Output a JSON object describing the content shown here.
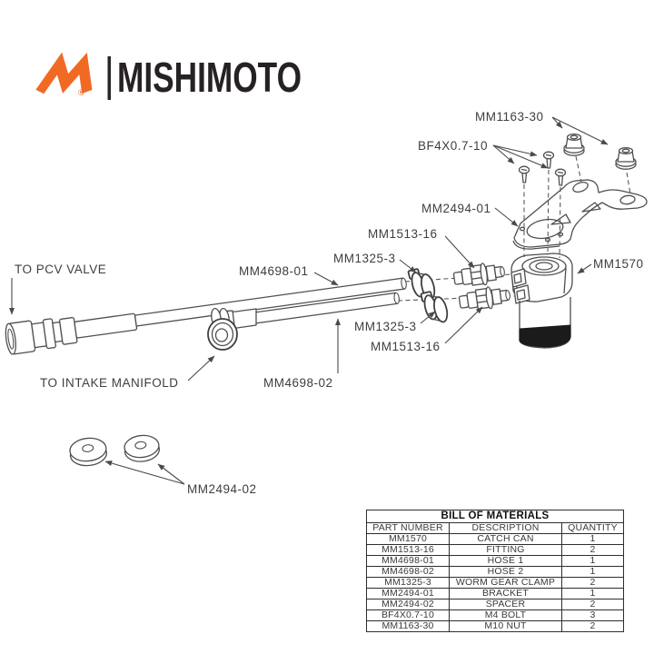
{
  "logo": {
    "mark_letter": "M",
    "registered": "®",
    "brand": "MISHIMOTO",
    "orange": "#F16A24",
    "dark": "#262223"
  },
  "diagram": {
    "line_color": "#4f4f4f",
    "label_color": "#3e3e3e",
    "labels": {
      "nuts": "MM1163-30",
      "bolts": "BF4X0.7-10",
      "bracket": "MM2494-01",
      "fitting_upper": "MM1513-16",
      "clamp_upper": "MM1325-3",
      "hose1": "MM4698-01",
      "to_pcv_valve": "TO PCV VALVE",
      "catch_can": "MM1570",
      "clamp_lower": "MM1325-3",
      "fitting_lower": "MM1513-16",
      "to_intake_manifold": "TO INTAKE MANIFOLD",
      "hose2": "MM4698-02",
      "spacers": "MM2494-02"
    }
  },
  "bom": {
    "title": "BILL OF MATERIALS",
    "columns": [
      "PART NUMBER",
      "DESCRIPTION",
      "QUANTITY"
    ],
    "rows": [
      {
        "part": "MM1570",
        "description": "CATCH CAN",
        "qty": "1"
      },
      {
        "part": "MM1513-16",
        "description": "FITTING",
        "qty": "2"
      },
      {
        "part": "MM4698-01",
        "description": "HOSE 1",
        "qty": "1"
      },
      {
        "part": "MM4698-02",
        "description": "HOSE 2",
        "qty": "1"
      },
      {
        "part": "MM1325-3",
        "description": "WORM GEAR CLAMP",
        "qty": "2"
      },
      {
        "part": "MM2494-01",
        "description": "BRACKET",
        "qty": "1"
      },
      {
        "part": "MM2494-02",
        "description": "SPACER",
        "qty": "2"
      },
      {
        "part": "BF4X0.7-10",
        "description": "M4 BOLT",
        "qty": "3"
      },
      {
        "part": "MM1163-30",
        "description": "M10 NUT",
        "qty": "2"
      }
    ]
  }
}
